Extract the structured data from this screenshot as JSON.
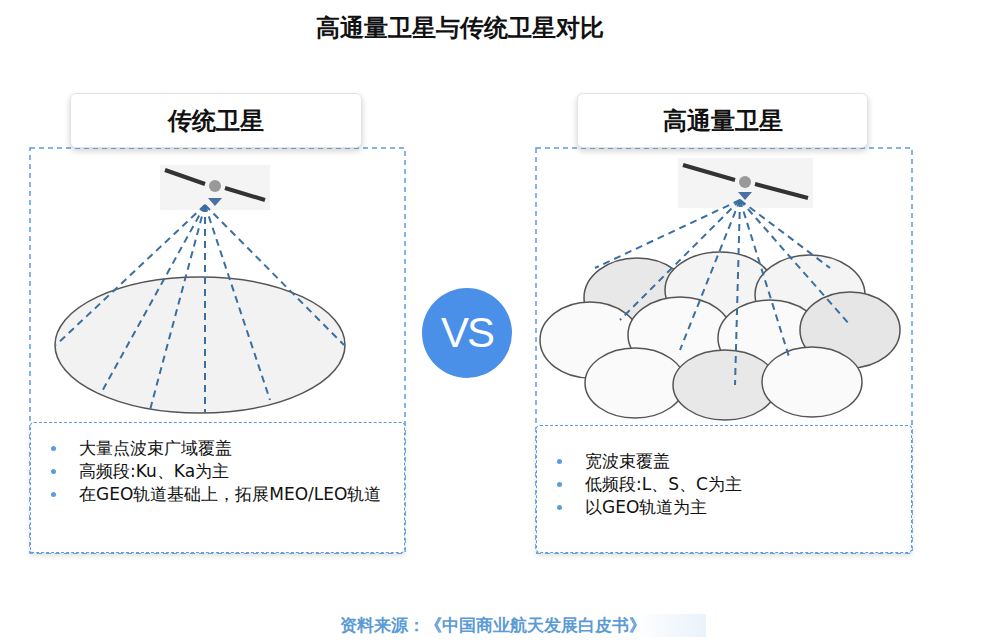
{
  "diagram": {
    "title": "高通量卫星与传统卫星对比",
    "caption": "资料来源：《中国商业航天发展白皮书》",
    "nodes": [
      {
        "text": [
          "传统卫星"
        ]
      },
      {
        "text": [
          "大量点波束广域覆盖",
          "高频段:Ku、Ka为主",
          "在GEO轨道基础上，拓展MEO/LEO轨道"
        ]
      },
      {
        "text": [
          "VS"
        ]
      },
      {
        "text": [
          "高通量卫星"
        ]
      },
      {
        "text": [
          "宽波束覆盖",
          "低频段:L、S、C为主",
          "以GEO轨道为主"
        ]
      }
    ]
  }
}
